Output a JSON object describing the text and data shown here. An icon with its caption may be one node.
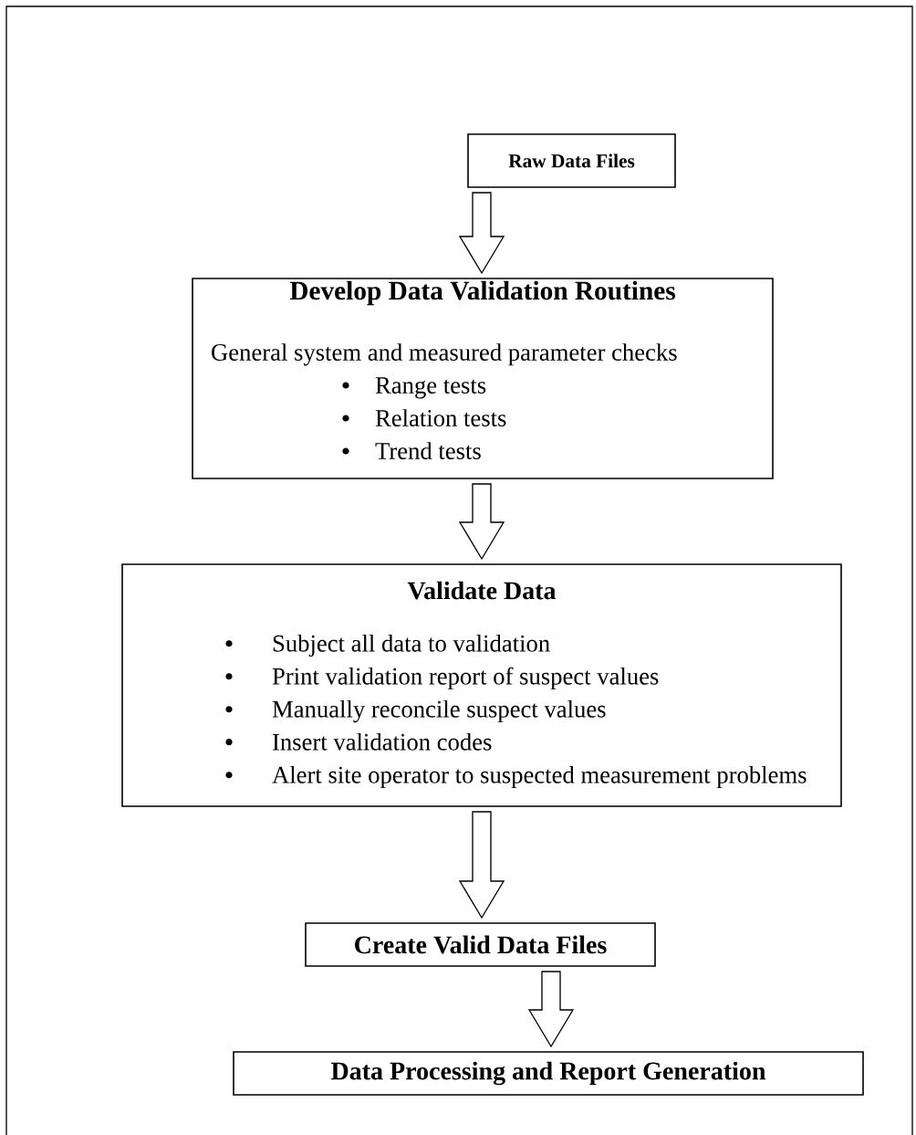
{
  "diagram": {
    "nodes": [
      {
        "text": [
          "Raw Data Files"
        ]
      },
      {
        "text": [
          "Develop Data Validation Routines",
          "General system and measured parameter checks",
          "Range tests",
          "Relation tests",
          "Trend tests"
        ]
      },
      {
        "text": [
          "Validate Data",
          "Subject all data to validation",
          "Print validation report of suspect values",
          "Manually reconcile suspect values",
          "Insert validation codes",
          "Alert site operator to suspected measurement problems"
        ]
      },
      {
        "text": [
          "Create Valid Data Files"
        ]
      },
      {
        "text": [
          "Data Processing and Report Generation"
        ]
      }
    ],
    "edges": [
      {
        "from": 0,
        "to": 1,
        "arrow": "to"
      },
      {
        "from": 1,
        "to": 2,
        "arrow": "to"
      },
      {
        "from": 2,
        "to": 3,
        "arrow": "to"
      },
      {
        "from": 3,
        "to": 4,
        "arrow": "to"
      }
    ]
  }
}
